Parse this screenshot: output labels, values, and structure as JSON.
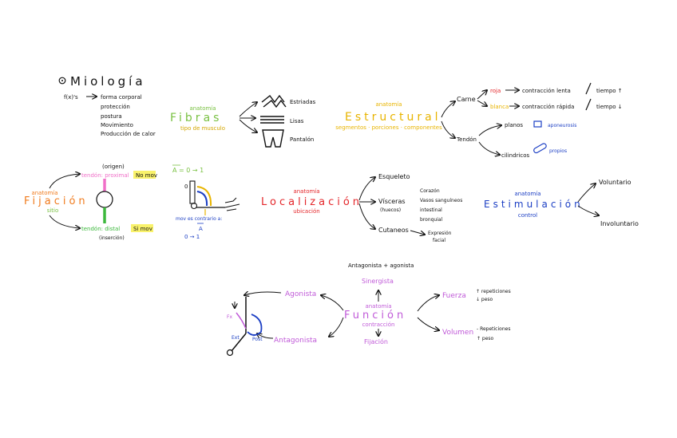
{
  "miologia": {
    "title": "Miología",
    "f_label": "f(x)'s",
    "functions": [
      "forma corporal",
      "protección",
      "postura",
      "Movimiento",
      "Producción de calor"
    ]
  },
  "fibras": {
    "anatomia": "anatomía",
    "title": "Fibras",
    "subtitle": "tipo de musculo",
    "items": [
      "Estriadas",
      "Lisas",
      "Pantalón"
    ]
  },
  "estructural": {
    "anatomia": "anatomía",
    "title": "Estructural",
    "subtitle": "segmentos · porciones · componentes",
    "carne": "Carne",
    "roja": "roja",
    "blanca": "blanca",
    "roja_desc": "contracción lenta",
    "roja_tiempo": "tiempo ↑",
    "blanca_desc": "contracción rápida",
    "blanca_tiempo": "tiempo ↓",
    "tendon": "Tendón",
    "planos": "planos",
    "aponeurosis": "aponeurosis",
    "cilindricos": "cilindricos",
    "propios": "propios"
  },
  "fijacion": {
    "anatomia": "anatomía",
    "title": "Fijación",
    "subtitle": "sitio",
    "origen": "(origen)",
    "proximal": "tendón: proximal",
    "no_mov": "No mov",
    "distal": "tendón: distal",
    "si_mov": "Si mov",
    "insercion": "(inserción)"
  },
  "vector": {
    "top": "A = 0 → 1",
    "zero": "0",
    "mov": "mov es contrario a:",
    "a": "A",
    "bottom": "0 → 1"
  },
  "localizacion": {
    "anatomia": "anatomía",
    "title": "Localización",
    "subtitle": "ubicación",
    "esqueleto": "Esqueleto",
    "visceras": "Vísceras",
    "huecos": "(huecos)",
    "viscera_items": [
      "Corazón",
      "Vasos sanguíneos",
      "intestinal",
      "bronquial"
    ],
    "cutaneos": "Cutaneos",
    "expresion": "Expresión",
    "facial": "facial"
  },
  "estimulacion": {
    "anatomia": "anatomía",
    "title": "Estimulación",
    "subtitle": "control",
    "voluntario": "Voluntario",
    "involuntario": "Involuntario"
  },
  "funcion": {
    "heading": "Antagonista + agonista",
    "sinergista": "Sinergista",
    "agonista": "Agonista",
    "antagonista": "Antagonista",
    "anatomia": "anatomía",
    "title": "Función",
    "subtitle": "contracción",
    "fijacion": "Fijación",
    "fuerza": "Fuerza",
    "fuerza_items": [
      "↑ repeticiones",
      "↓ peso"
    ],
    "volumen": "Volumen",
    "volumen_items": [
      "- Repeticiones",
      "↑ peso"
    ],
    "fx": "Fx",
    "ext": "Ext",
    "post": "Post"
  },
  "colors": {
    "black": "#111111",
    "green": "#7ac143",
    "gold": "#e8b400",
    "orange": "#f07b1e",
    "red": "#e4262a",
    "blue": "#1c3fc4",
    "pink": "#f06fc8",
    "violet": "#c05ad8",
    "yellow_hl": "#f9f26b"
  }
}
